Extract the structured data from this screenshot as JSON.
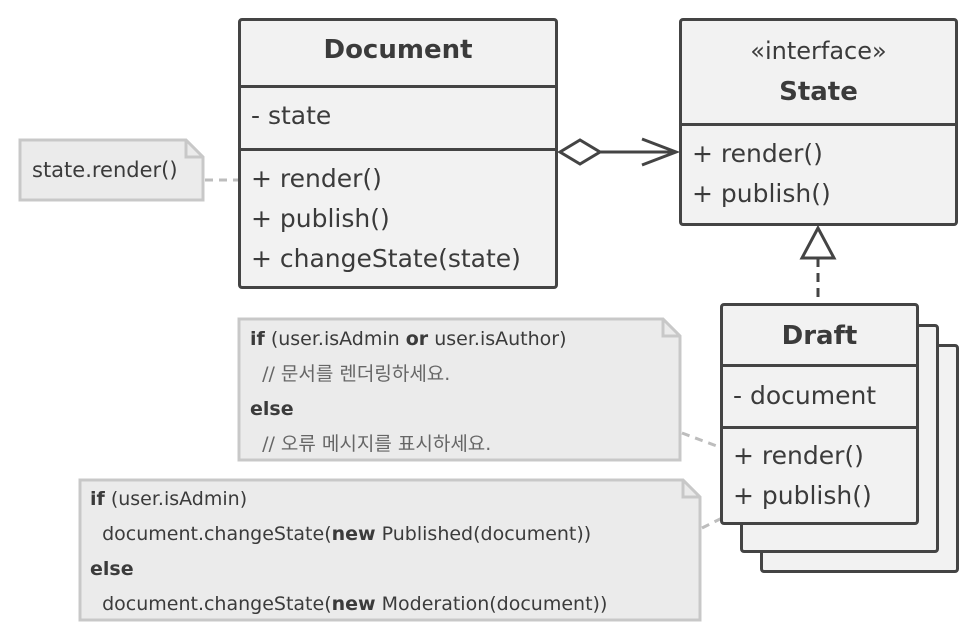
{
  "document_class": {
    "name": "Document",
    "attributes": [
      "- state"
    ],
    "methods": [
      "+ render()",
      "+ publish()",
      "+ changeState(state)"
    ]
  },
  "state_interface": {
    "stereotype": "«interface»",
    "name": "State",
    "methods": [
      "+ render()",
      "+ publish()"
    ]
  },
  "draft_class": {
    "name": "Draft",
    "attributes": [
      "- document"
    ],
    "methods": [
      "+ render()",
      "+ publish()"
    ]
  },
  "note_state_render": {
    "text": "state.render()"
  },
  "note_draft_render": {
    "line1_kw1": "if",
    "line1_a": " (user.isAdmin ",
    "line1_kw2": "or",
    "line1_b": " user.isAuthor)",
    "line2": "  // 문서를 렌더링하세요.",
    "line3_kw": "else",
    "line4": "  // 오류 메시지를 표시하세요."
  },
  "note_draft_publish": {
    "line1_kw": "if",
    "line1_rest": " (user.isAdmin)",
    "line2_a": "  document.changeState(",
    "line2_kw": "new",
    "line2_b": " Published(document))",
    "line3_kw": "else",
    "line4_a": "  document.changeState(",
    "line4_kw": "new",
    "line4_b": " Moderation(document))"
  },
  "colors": {
    "box_fill": "#f2f2f2",
    "border": "#444444",
    "note_fill": "#ebebeb",
    "note_border": "#c8c8c8",
    "connector": "#444444",
    "dashed": "#bdbdbd"
  }
}
